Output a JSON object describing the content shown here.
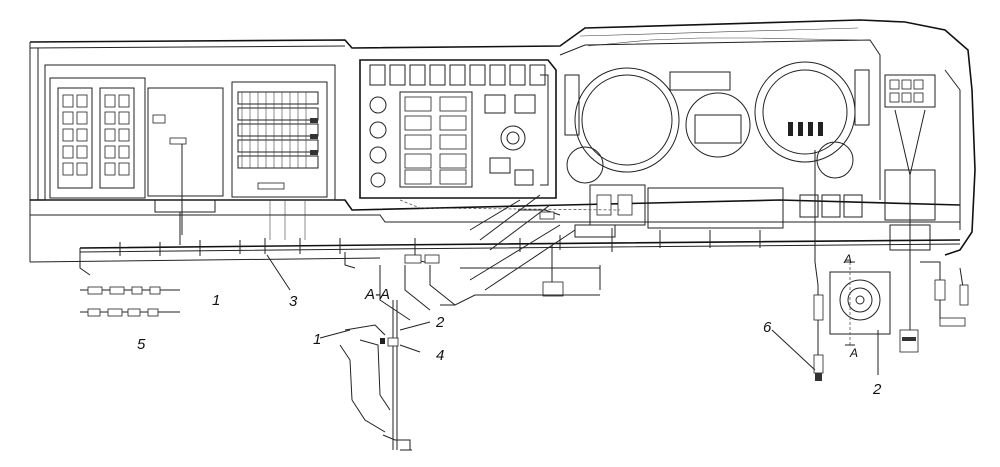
{
  "callouts": {
    "label_1_left": "1",
    "label_3": "3",
    "label_5": "5",
    "section_title": "A-A",
    "label_2_section": "2",
    "label_1_section": "1",
    "label_4": "4",
    "label_6": "6",
    "label_2_right": "2",
    "cut_A_top": "A",
    "cut_A_bottom": "A"
  }
}
